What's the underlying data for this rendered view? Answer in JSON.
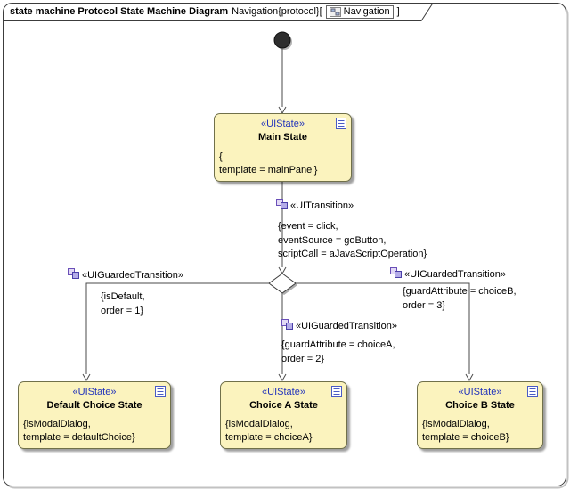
{
  "frame": {
    "title_bold": "state machine Protocol State Machine Diagram",
    "title_regular": "Navigation{protocol}[",
    "nav_chip": "Navigation",
    "title_suffix": "]"
  },
  "states": {
    "main": {
      "stereotype": "«UIState»",
      "name": "Main State",
      "lines": [
        "{",
        "template = mainPanel}"
      ]
    },
    "default": {
      "stereotype": "«UIState»",
      "name": "Default Choice State",
      "lines": [
        "{isModalDialog,",
        "template = defaultChoice}"
      ]
    },
    "choice_a": {
      "stereotype": "«UIState»",
      "name": "Choice A State",
      "lines": [
        "{isModalDialog,",
        "template = choiceA}"
      ]
    },
    "choice_b": {
      "stereotype": "«UIState»",
      "name": "Choice B State",
      "lines": [
        "{isModalDialog,",
        "template = choiceB}"
      ]
    }
  },
  "transitions": {
    "main": {
      "stereotype": "«UITransition»",
      "lines": [
        "{event = click,",
        "eventSource = goButton,",
        "scriptCall = aJavaScriptOperation}"
      ]
    },
    "left": {
      "stereotype": "«UIGuardedTransition»",
      "lines": [
        "{isDefault,",
        "order = 1}"
      ]
    },
    "middle": {
      "stereotype": "«UIGuardedTransition»",
      "lines": [
        "{guardAttribute = choiceA,",
        "order = 2}"
      ]
    },
    "right": {
      "stereotype": "«UIGuardedTransition»",
      "lines": [
        "{guardAttribute = choiceB,",
        "order = 3}"
      ]
    }
  },
  "colors": {
    "state_fill": "#FBF3BE",
    "state_border": "#70704A",
    "stereotype_blue": "#2233BB",
    "connector": "#4A4A4A"
  }
}
